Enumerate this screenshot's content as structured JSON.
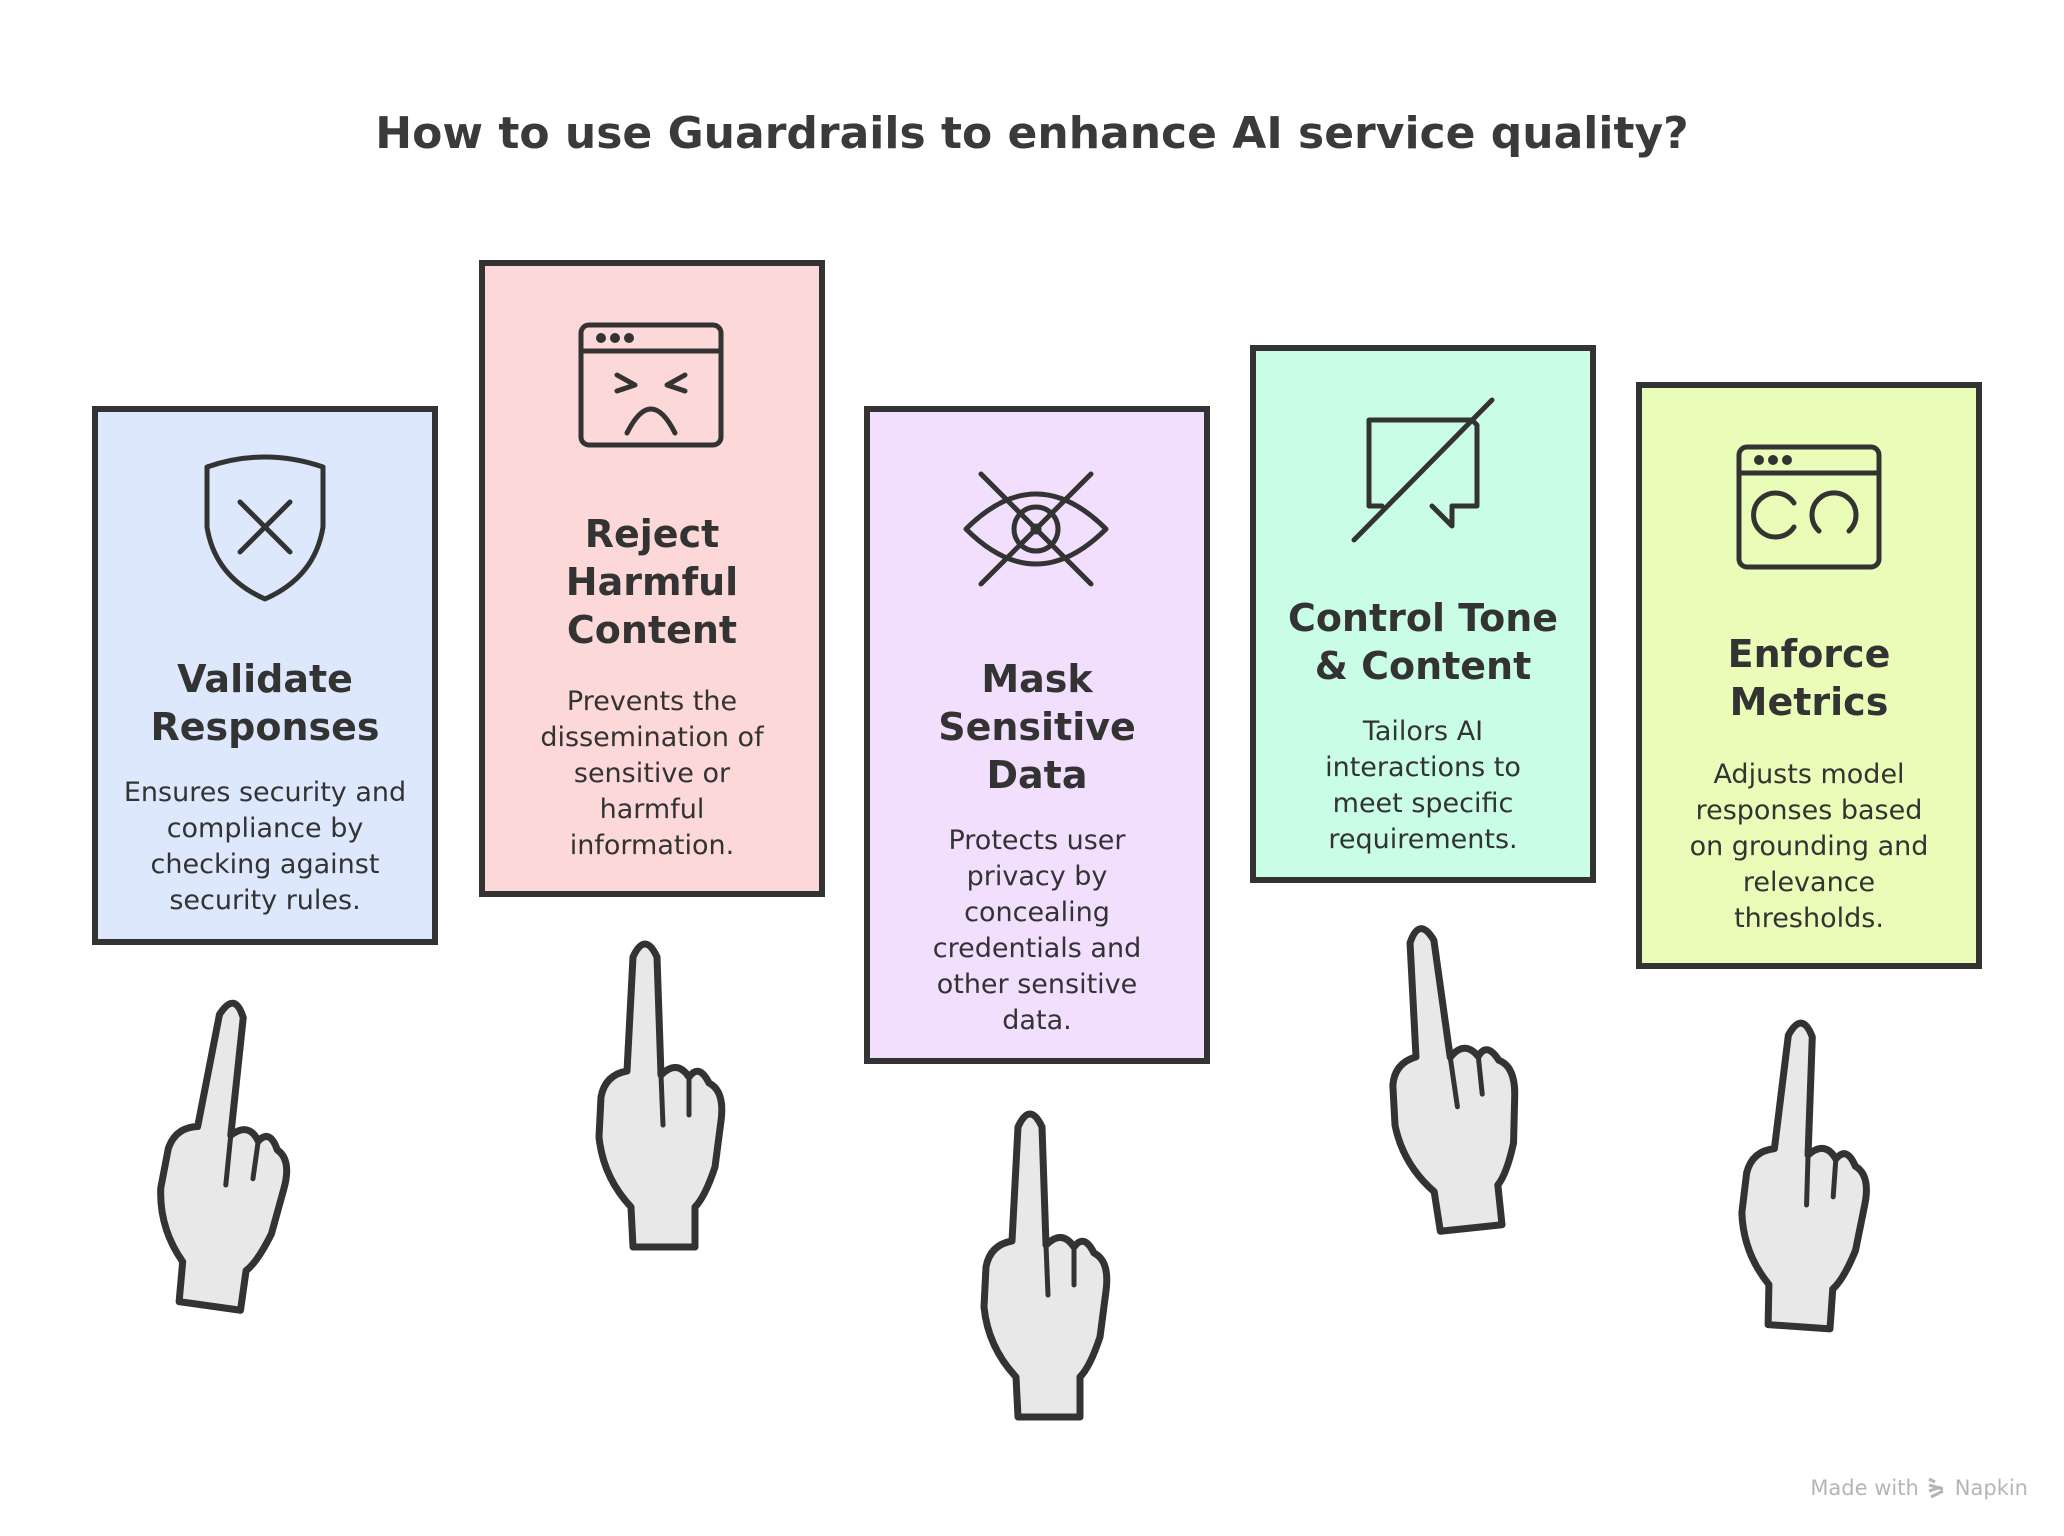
{
  "title": "How to use Guardrails to enhance AI service quality?",
  "colors": {
    "blue": "#dde8fd",
    "pink": "#fdd8d8",
    "purple": "#f1dffd",
    "green": "#c9fde5",
    "yellow": "#e9fdb8",
    "stroke": "#333333",
    "hand": "#e8e8e8"
  },
  "cards": [
    {
      "icon": "shield-x-icon",
      "title": [
        "Validate",
        "Responses"
      ],
      "desc": [
        "Ensures security and",
        "compliance by",
        "checking against",
        "security rules."
      ]
    },
    {
      "icon": "angry-window-icon",
      "title": [
        "Reject",
        "Harmful",
        "Content"
      ],
      "desc": [
        "Prevents the",
        "dissemination of",
        "sensitive or",
        "harmful",
        "information."
      ]
    },
    {
      "icon": "eye-crossed-icon",
      "title": [
        "Mask",
        "Sensitive",
        "Data"
      ],
      "desc": [
        "Protects user",
        "privacy by",
        "concealing",
        "credentials and",
        "other sensitive",
        "data."
      ]
    },
    {
      "icon": "chat-off-icon",
      "title": [
        "Control Tone",
        "& Content"
      ],
      "desc": [
        "Tailors AI",
        "interactions to",
        "meet specific",
        "requirements."
      ]
    },
    {
      "icon": "window-loading-icon",
      "title": [
        "Enforce",
        "Metrics"
      ],
      "desc": [
        "Adjusts model",
        "responses based",
        "on grounding and",
        "relevance",
        "thresholds."
      ]
    }
  ],
  "footer": {
    "made_with": "Made with",
    "brand": "Napkin"
  }
}
